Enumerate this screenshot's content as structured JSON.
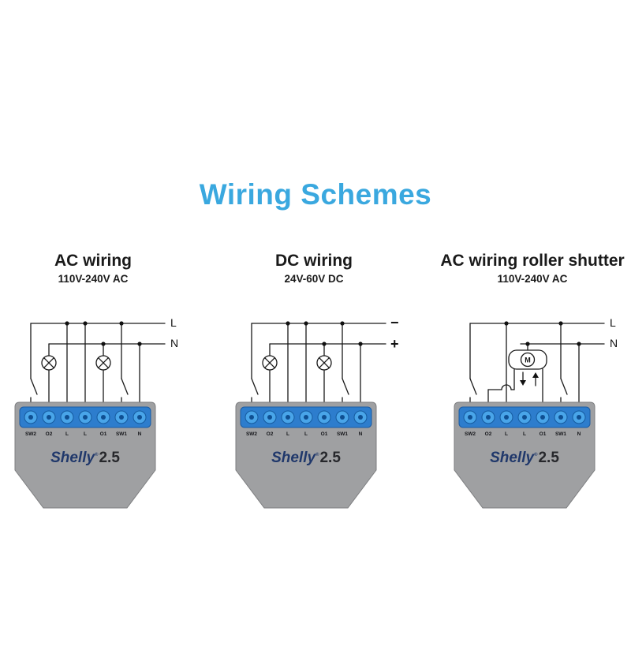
{
  "title": "Wiring Schemes",
  "colors": {
    "accent": "#3aa8df",
    "device_gray": "#9fa0a2",
    "terminal_blue": "#2d7dcd"
  },
  "device": {
    "terminals": [
      "SW2",
      "O2",
      "L",
      "L",
      "O1",
      "SW1",
      "N"
    ],
    "brand": "Shelly",
    "reg": "®",
    "model": "2.5"
  },
  "diagrams": [
    {
      "heading": "AC wiring",
      "subtitle": "110V-240V AC",
      "bus_top": "L",
      "bus_bottom": "N"
    },
    {
      "heading": "DC wiring",
      "subtitle": "24V-60V DC",
      "bus_top": "−",
      "bus_bottom": "+"
    },
    {
      "heading": "AC wiring roller shutter",
      "subtitle": "110V-240V AC",
      "bus_top": "L",
      "bus_bottom": "N",
      "motor_label": "M"
    }
  ]
}
